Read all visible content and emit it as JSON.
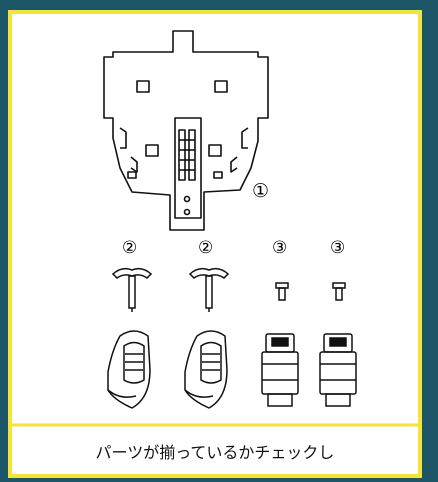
{
  "labels": {
    "part_main": "①",
    "part_seat_left": "②",
    "part_seat_right": "②",
    "part_small_left": "③",
    "part_small_right": "③"
  },
  "caption": "パーツが揃っているかチェックし",
  "colors": {
    "background": "#1b5566",
    "frame_border": "#f3e33a",
    "panel": "#ffffff",
    "line": "#111111"
  }
}
